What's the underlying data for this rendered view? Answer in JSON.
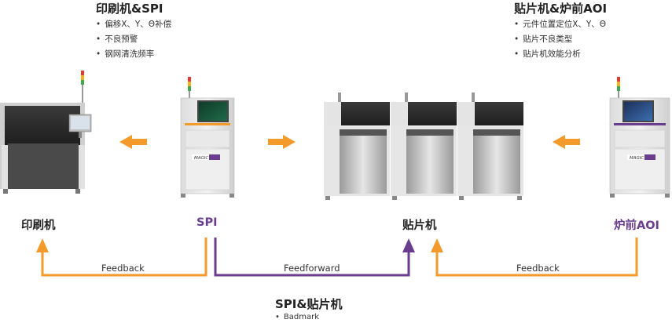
{
  "top_left": {
    "heading": "印刷机&SPI",
    "bullets": [
      "偏移X、Y、Θ补偿",
      "不良预警",
      "钢网清洗频率"
    ]
  },
  "top_right": {
    "heading": "贴片机&炉前AOI",
    "bullets": [
      "元件位置定位X、Y、Θ",
      "贴片不良类型",
      "贴片机效能分析"
    ]
  },
  "bottom": {
    "heading": "SPI&贴片机",
    "bullets": [
      "Badmark"
    ]
  },
  "machines": {
    "printer": {
      "label": "印刷机",
      "color": "#222222"
    },
    "spi": {
      "label": "SPI",
      "color": "#6a3d8f",
      "brand": "MAGIC"
    },
    "mounter": {
      "label": "贴片机",
      "color": "#222222"
    },
    "aoi": {
      "label": "炉前AOI",
      "color": "#6a3d8f",
      "brand": "MAGIC"
    }
  },
  "flows": {
    "feedback_left": "Feedback",
    "feedforward": "Feedforward",
    "feedback_right": "Feedback"
  },
  "colors": {
    "orange": "#f39a2b",
    "purple": "#6a3d8f"
  }
}
